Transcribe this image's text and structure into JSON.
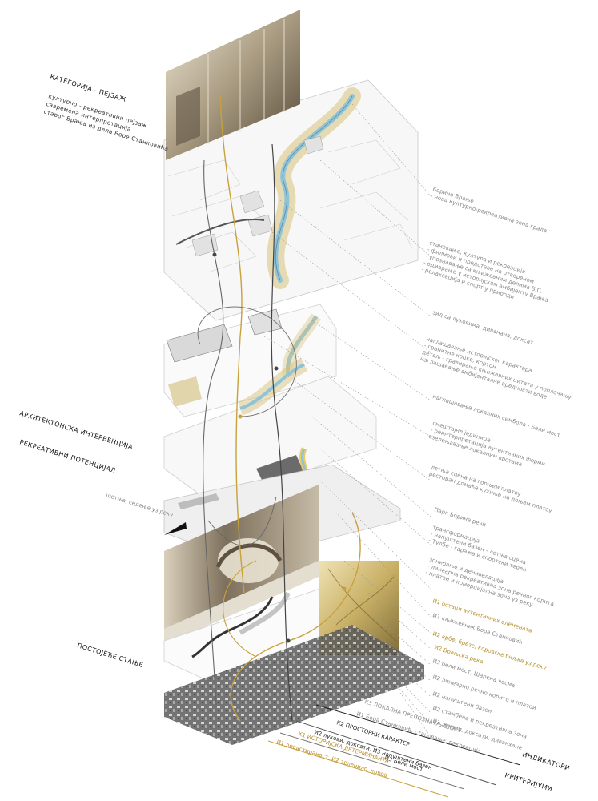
{
  "colors": {
    "gold": "#c9a13b",
    "river": "#8fc3d8",
    "grey_line": "#555555",
    "leader": "#9a9a9a"
  },
  "left_labels": {
    "category": "КАТЕГОРИЈА - ПЕЈЗАЖ",
    "category_lines": [
      "културно - рекреативни пејзаж",
      "савремена интерпретација",
      "старог Врања из дела Боре Станковића"
    ],
    "arch": "АРХИТЕКТОНСКА ИНТЕРВЕНЦИЈА",
    "recreation": "РЕКРЕАТИВНИ ПОТЕНЦИЈАЛ",
    "recreation_sub": "шетња, седење уз реку",
    "existing": "ПОСТОЈЕЋЕ СТАЊЕ"
  },
  "right_annotations": [
    {
      "lines": [
        "Борино Врање",
        "- нова културно-рекреативна зона града"
      ],
      "color": "grey"
    },
    {
      "lines": [
        "становање, култура и рекреација",
        "- филмови и представе на отвореном",
        "- упознавање са књижевним делима Б.С.",
        "- одмарање у историјском амбијенту Врања",
        "- релаксација и спорт у природи"
      ],
      "color": "grey"
    },
    {
      "lines": [
        "зид са луковима, диванана, доксат"
      ],
      "color": "grey"
    },
    {
      "lines": [
        "наглашавање историјског карактера",
        "- гранитне коцке, кортон",
        "детаљ - гравирање књижевних цитата у поплочању",
        "наглашавање амбијенталне вредности воде"
      ],
      "color": "grey"
    },
    {
      "lines": [
        "наглашавање локалних симбола - Бели мост"
      ],
      "color": "grey"
    },
    {
      "lines": [
        "смештајне јединице",
        "- реинтерпретација аутентичних форми",
        "озелењавање локалним врстама"
      ],
      "color": "grey"
    },
    {
      "lines": [
        "летња сцена на горњем платоу",
        "ресторан домаће кухиње на доњем платоу"
      ],
      "color": "grey"
    },
    {
      "lines": [
        "Парк Борине речи"
      ],
      "color": "grey"
    },
    {
      "lines": [
        "трансформација",
        "- напуштени базен - летња сцена",
        "- Тулбе - гаража и спортски терен"
      ],
      "color": "grey"
    },
    {
      "lines": [
        "зонирање и денивелација",
        "- линеарна рекреативна зона речног корита",
        "- платои и комерцијална зона уз реку"
      ],
      "color": "grey"
    },
    {
      "lines": [
        "И1 остаци аутентичних елемената"
      ],
      "color": "gold"
    },
    {
      "lines": [
        "И1 књижевник Бора Станковић"
      ],
      "color": "grey"
    },
    {
      "lines": [
        "И2 врбе, брезе, коровске биљке уз реку"
      ],
      "color": "gold"
    },
    {
      "lines": [
        "И2 Врањска река"
      ],
      "color": "gold"
    },
    {
      "lines": [
        "И3 бели мост, Шарена чесма"
      ],
      "color": "grey"
    },
    {
      "lines": [
        "И2 линеарно речно корито и платои"
      ],
      "color": "grey"
    },
    {
      "lines": [
        "И2 напуштени базен"
      ],
      "color": "grey"
    },
    {
      "lines": [
        "И2 стамбена и рекреативна зона"
      ],
      "color": "grey"
    },
    {
      "lines": [
        "И1 лукови, доксати, диванхане"
      ],
      "color": "grey"
    }
  ],
  "criteria": {
    "indicators_title": "ИНДИКАТОРИ",
    "criteria_title": "КРИТЕРИЈУМИ",
    "k3_title": "К3 ЛОКАЛНА ПРЕПОЗНАТЉИВОСТ",
    "k3_sub": "И1 Бора Станковић, становање, рекреација",
    "k2_title": "К2 ПРОСТОРНИ КАРАКТЕР",
    "k2_sub": "И2 лукови, доксати, И3 напуштени базен",
    "k2_sub2": "И3 Бели мост",
    "k1_title": "К1 ИСТОРИЈСКА ДЕТЕРМИНАНТА",
    "k1_sub": "И1 девастираност, И2 зеленило, коров"
  }
}
